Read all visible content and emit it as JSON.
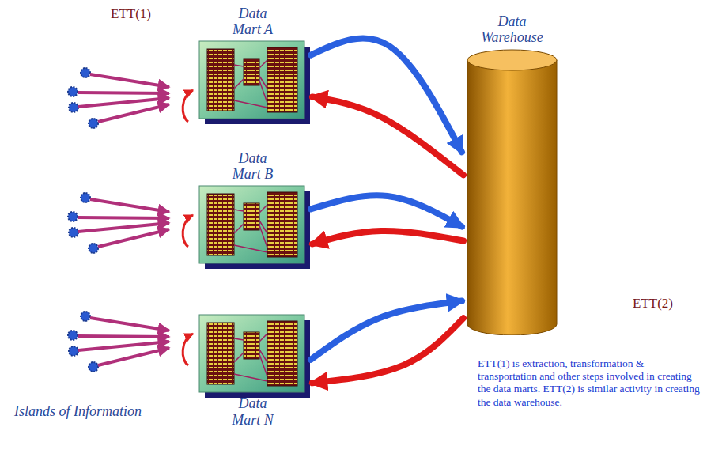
{
  "diagram": {
    "nodes": [
      {
        "text": [
          "Data Mart A"
        ]
      },
      {
        "text": [
          "Data Warehouse"
        ]
      },
      {
        "text": [
          "Data Mart B"
        ]
      },
      {
        "text": [
          "Data Mart N"
        ]
      }
    ],
    "edges": [
      {
        "from": 0,
        "to": 1,
        "arrow": "to"
      },
      {
        "from": 1,
        "to": 0,
        "arrow": "to"
      },
      {
        "from": 2,
        "to": 1,
        "arrow": "to"
      },
      {
        "from": 1,
        "to": 2,
        "arrow": "to"
      },
      {
        "from": 3,
        "to": 1,
        "arrow": "to"
      },
      {
        "from": 1,
        "to": 3,
        "arrow": "to"
      }
    ],
    "labels": [
      "ETT(1)",
      "ETT(2)",
      "Islands of Information",
      "ETT(1) is extraction, transformation & transportation and other steps involved in creating the data marts. ETT(2) is similar activity in creating the data warehouse."
    ]
  }
}
